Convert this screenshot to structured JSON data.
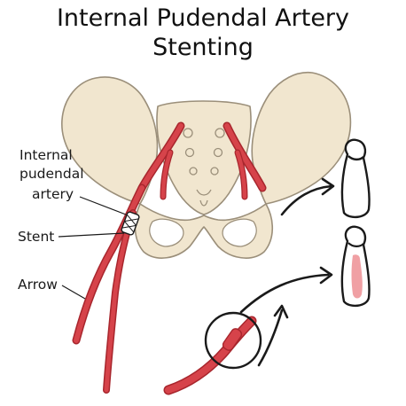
{
  "title_line1": "Internal Pudendal Artery",
  "title_line2": "Stenting",
  "labels": {
    "artery_l1": "Internal",
    "artery_l2": "pudendal",
    "artery_l3": "artery",
    "stent": "Stent",
    "arrow": "Arrow"
  },
  "colors": {
    "bone_fill": "#f1e6cf",
    "bone_stroke": "#9b8f7a",
    "artery": "#d6434a",
    "artery_dark": "#a8262d",
    "ink": "#1a1a1a",
    "flow_pink": "#f0a0a4"
  },
  "icons": [
    "penis-flaccid-icon",
    "penis-blood-flow-icon",
    "stent-mesh-icon",
    "magnified-stent-icon"
  ]
}
